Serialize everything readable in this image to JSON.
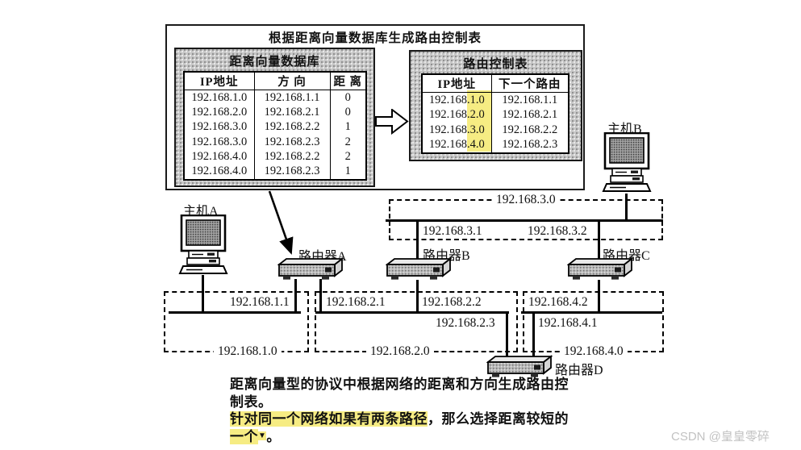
{
  "panel": {
    "title": "根据距离向量数据库生成路由控制表",
    "distance_table": {
      "title": "距离向量数据库",
      "headers": [
        "IP地址",
        "方 向",
        "距 离"
      ],
      "rows": [
        [
          "192.168.1.0",
          "192.168.1.1",
          "0"
        ],
        [
          "192.168.2.0",
          "192.168.2.1",
          "0"
        ],
        [
          "192.168.3.0",
          "192.168.2.2",
          "1"
        ],
        [
          "192.168.3.0",
          "192.168.2.3",
          "2"
        ],
        [
          "192.168.4.0",
          "192.168.2.2",
          "2"
        ],
        [
          "192.168.4.0",
          "192.168.2.3",
          "1"
        ]
      ]
    },
    "route_table": {
      "title": "路由控制表",
      "headers": [
        "IP地址",
        "下一个路由"
      ],
      "rows": [
        [
          "192.168.1.0",
          "192.168.1.1"
        ],
        [
          "192.168.2.0",
          "192.168.2.1"
        ],
        [
          "192.168.3.0",
          "192.168.2.2"
        ],
        [
          "192.168.4.0",
          "192.168.2.3"
        ]
      ]
    }
  },
  "devices": {
    "host_a": "主机A",
    "host_b": "主机B",
    "router_a": "路由器A",
    "router_b": "路由器B",
    "router_c": "路由器C",
    "router_d": "路由器D"
  },
  "segments": {
    "net1": "192.168.1.0",
    "net2": "192.168.2.0",
    "net3": "192.168.3.0",
    "net4": "192.168.4.0"
  },
  "interfaces": {
    "a_net1": "192.168.1.1",
    "a_net2": "192.168.2.1",
    "b_net2": "192.168.2.2",
    "d_net2": "192.168.2.3",
    "b_net3": "192.168.3.1",
    "c_net3": "192.168.3.2",
    "c_net4": "192.168.4.2",
    "d_net4": "192.168.4.1"
  },
  "caption": {
    "line1": "距离向量型的协议中根据网络的距离和方向生成路由控",
    "line2": "制表。",
    "line3_highlight": "针对同一个网络如果有两条路径",
    "line3_rest": "，那么选择距离较短的",
    "line4_highlight": "一个",
    "line4_caret": "▼",
    "line4_rest": "。"
  },
  "watermark": "CSDN @皇皇零碎",
  "colors": {
    "highlight": "#f6ec83",
    "watermark_gray": "#c2c2c2",
    "table_gray": "#c6c6c6"
  }
}
